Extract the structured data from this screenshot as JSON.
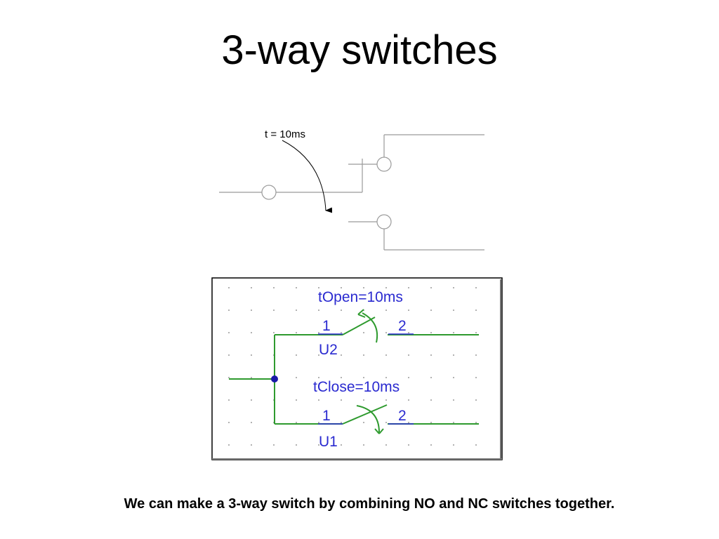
{
  "slide": {
    "title": "3-way switches",
    "caption": "We can make a 3-way switch by combining NO and NC switches together."
  },
  "concept_diagram": {
    "time_label": "t = 10ms"
  },
  "schematic": {
    "top_switch": {
      "param": "tOpen=10ms",
      "pin1": "1",
      "pin2": "2",
      "ref": "U2"
    },
    "bottom_switch": {
      "param": "tClose=10ms",
      "pin1": "1",
      "pin2": "2",
      "ref": "U1"
    },
    "colors": {
      "wire": "#2e9a2e",
      "label": "#2a2ad0",
      "junction": "#1a1aa8",
      "frame": "#000000"
    }
  }
}
